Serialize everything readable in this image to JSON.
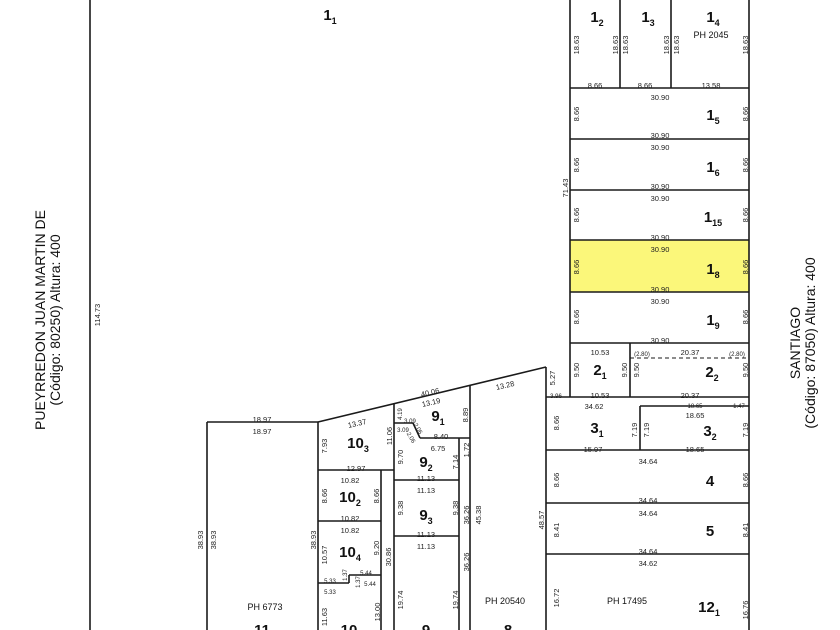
{
  "streets": {
    "left": {
      "name": "PUEYRREDON JUAN MARTIN DE",
      "info": "(Código: 80250) Altura: 400"
    },
    "right": {
      "name": "SANTIAGO",
      "info": "(Código: 87050) Altura: 400"
    }
  },
  "colors": {
    "highlight_fill": "#fbf77a",
    "highlight_text": "#8a8a10"
  },
  "highlighted_parcel": "1_8",
  "parcels": {
    "p1_1": {
      "num": "1",
      "sub": "1"
    },
    "p1_2": {
      "num": "1",
      "sub": "2"
    },
    "p1_3": {
      "num": "1",
      "sub": "3"
    },
    "p1_4": {
      "num": "1",
      "sub": "4",
      "ph": "PH 2045"
    },
    "p1_5": {
      "num": "1",
      "sub": "5"
    },
    "p1_6": {
      "num": "1",
      "sub": "6"
    },
    "p1_15": {
      "num": "1",
      "sub": "15"
    },
    "p1_8": {
      "num": "1",
      "sub": "8"
    },
    "p1_9": {
      "num": "1",
      "sub": "9"
    },
    "p2_1": {
      "num": "2",
      "sub": "1"
    },
    "p2_2": {
      "num": "2",
      "sub": "2"
    },
    "p3_1": {
      "num": "3",
      "sub": "1"
    },
    "p3_2": {
      "num": "3",
      "sub": "2"
    },
    "p4": {
      "num": "4"
    },
    "p5": {
      "num": "5"
    },
    "p12_1": {
      "num": "12",
      "sub": "1",
      "ph": "PH 17495"
    },
    "p10_3": {
      "num": "10",
      "sub": "3"
    },
    "p10_2": {
      "num": "10",
      "sub": "2"
    },
    "p10_4": {
      "num": "10",
      "sub": "4"
    },
    "p9_1": {
      "num": "9",
      "sub": "1"
    },
    "p9_2": {
      "num": "9",
      "sub": "2"
    },
    "p9_3": {
      "num": "9",
      "sub": "3"
    },
    "p11": {
      "num": "11",
      "ph": "PH 6773"
    },
    "p10": {
      "num": "10"
    },
    "p9": {
      "num": "9"
    },
    "p8": {
      "num": "8",
      "ph": "PH 20540"
    }
  },
  "measurements": [
    "114.73",
    "18.63",
    "18.63",
    "18.63",
    "18.63",
    "18.63",
    "18.63",
    "8.66",
    "8.66",
    "13.58",
    "30.90",
    "8.66",
    "8.66",
    "30.90",
    "30.90",
    "8.66",
    "8.66",
    "30.90",
    "30.90",
    "8.66",
    "8.66",
    "30.90",
    "30.90",
    "8.66",
    "8.66",
    "30.90",
    "30.90",
    "8.66",
    "8.66",
    "30.90",
    "71.43",
    "10.53",
    "(2.80)",
    "20.37",
    "(2.80)",
    "9.50",
    "9.50",
    "9.50",
    "9.50",
    "10.53",
    "20.37",
    "5.27",
    "3.96",
    "34.62",
    "18.65",
    "1.47",
    "18.65",
    "8.66",
    "7.19",
    "7.19",
    "7.19",
    "15.97",
    "18.65",
    "34.64",
    "8.66",
    "8.66",
    "34.64",
    "34.64",
    "8.41",
    "8.41",
    "34.64",
    "34.62",
    "16.72",
    "16.76",
    "48.57",
    "40.06",
    "13.19",
    "13.28",
    "13.37",
    "18.97",
    "18.97",
    "38.93",
    "38.93",
    "38.93",
    "7.93",
    "11.06",
    "12.97",
    "10.82",
    "8.66",
    "8.66",
    "10.82",
    "10.82",
    "10.57",
    "9.20",
    "30.86",
    "5.44",
    "1.37",
    "5.33",
    "5.44",
    "1.37",
    "5.33",
    "11.63",
    "13.00",
    "4.19",
    "3.09",
    "3.09",
    "2.06",
    "2.06",
    "8.40",
    "8.89",
    "9.70",
    "6.75",
    "7.14",
    "1.72",
    "11.13",
    "11.13",
    "9.38",
    "9.38",
    "11.13",
    "11.13",
    "36.26",
    "45.38",
    "36.26",
    "19.74",
    "19.74"
  ]
}
